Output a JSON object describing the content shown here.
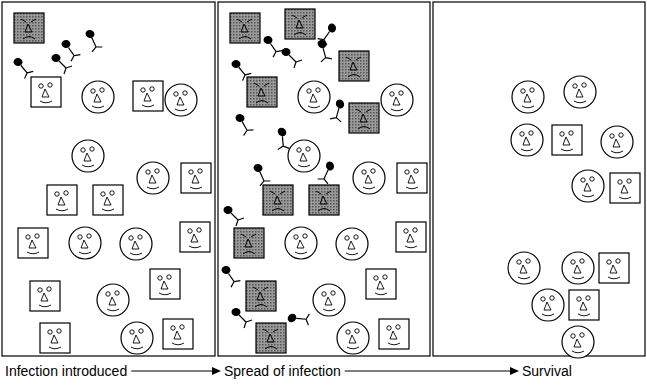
{
  "diagram": {
    "nodes": [
      {
        "text": [
          "Infection introduced"
        ]
      },
      {
        "text": [
          "Spread of infection"
        ]
      },
      {
        "text": [
          "Survival"
        ]
      }
    ],
    "edges": [
      {
        "from": 0,
        "to": 1,
        "arrow": "to"
      },
      {
        "from": 1,
        "to": 2,
        "arrow": "to"
      }
    ]
  }
}
